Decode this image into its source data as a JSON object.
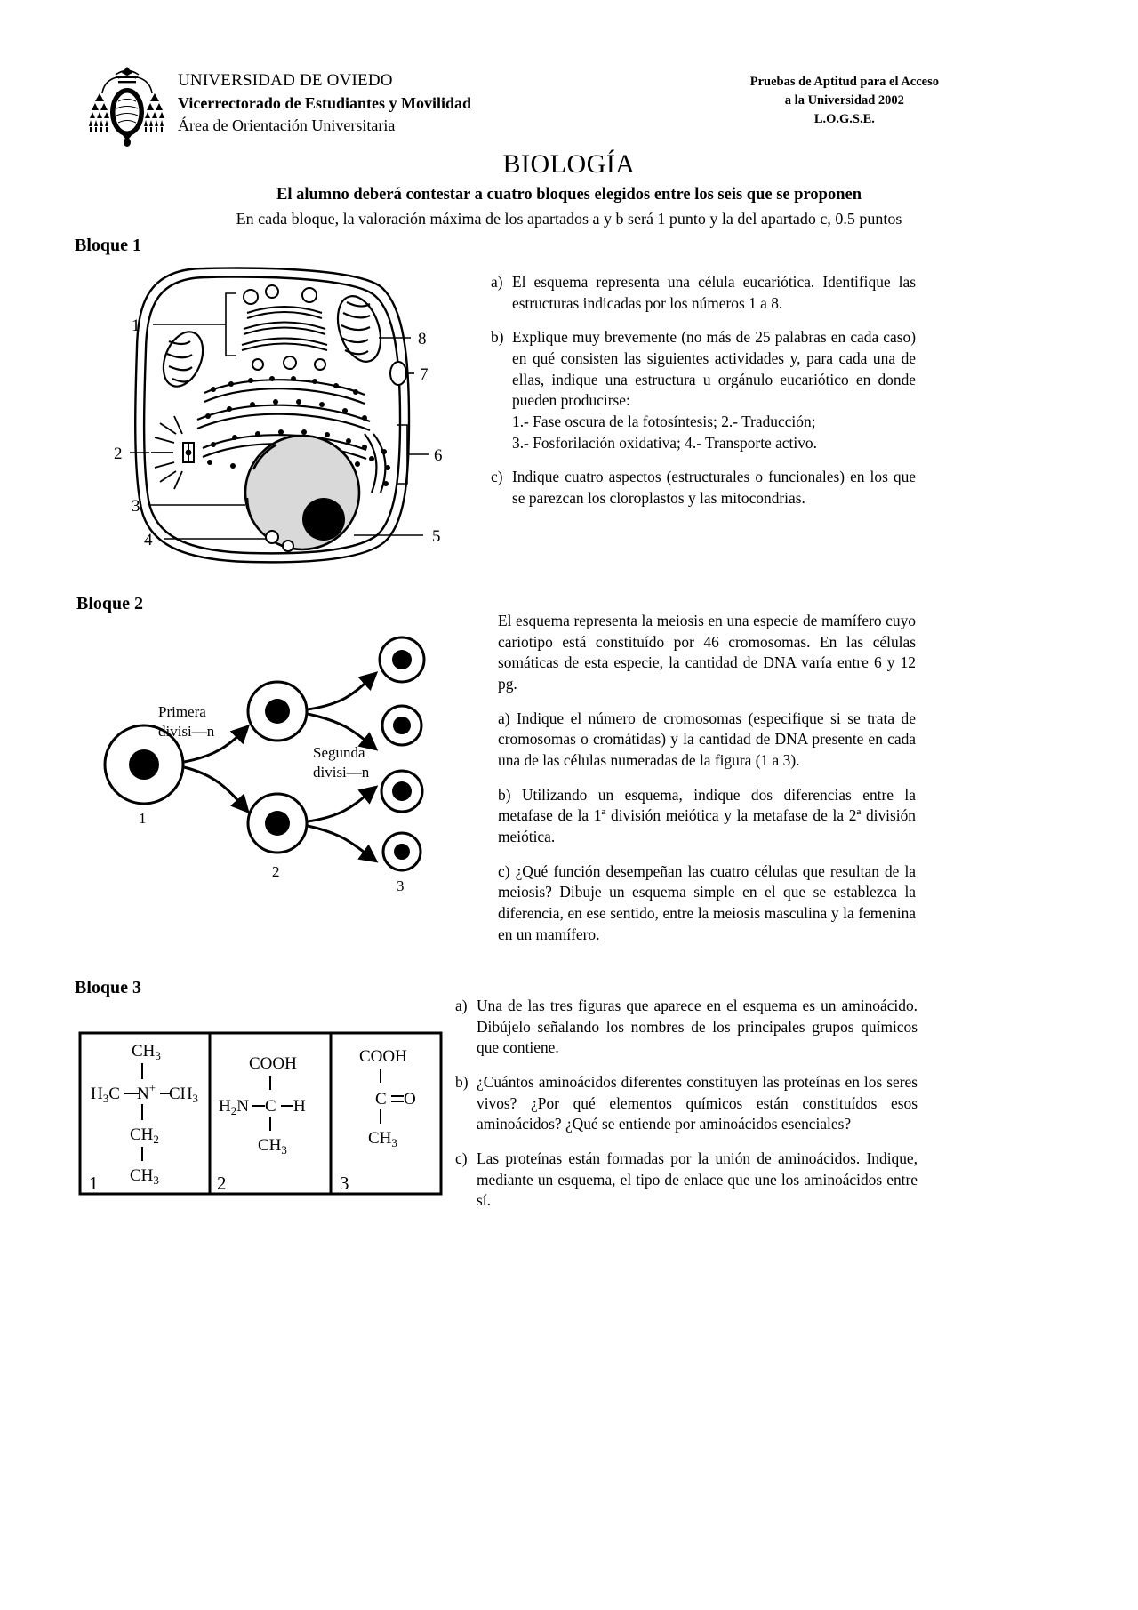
{
  "header": {
    "crest_icon": "university-crest-icon",
    "university": "UNIVERSIDAD DE OVIEDO",
    "vicerrectorado": "Vicerrectorado de Estudiantes y Movilidad",
    "area": "Área de Orientación Universitaria",
    "exam_line1": "Pruebas de Aptitud para el Acceso",
    "exam_line2": "a la Universidad 2002",
    "exam_line3": "L.O.G.S.E."
  },
  "title": {
    "subject": "BIOLOGÍA",
    "instruction1": "El alumno deberá contestar a cuatro bloques elegidos entre los seis que se proponen",
    "instruction2": "En cada bloque, la valoración máxima de los apartados a y b será 1 punto y la del apartado c, 0.5 puntos"
  },
  "blocks": [
    {
      "label": "Bloque 1",
      "questions": [
        {
          "letter": "a)",
          "text": "El esquema representa una célula eucariótica. Identifique las estructuras indicadas por los números 1 a 8."
        },
        {
          "letter": "b)",
          "text": "Explique muy brevemente (no más de 25 palabras en cada caso) en qué consisten las siguientes actividades y, para cada una de ellas, indique una estructura u orgánulo eucariótico en donde pueden producirse:",
          "sublines": [
            "1.- Fase oscura de la fotosíntesis; 2.- Traducción;",
            "3.- Fosforilación oxidativa; 4.- Transporte activo."
          ]
        },
        {
          "letter": "c)",
          "text": "Indique cuatro aspectos (estructurales o funcionales) en los que se parezcan los cloroplastos y las mitocondrias."
        }
      ],
      "figure": {
        "name": "eukaryotic-cell-diagram",
        "callouts": [
          "1",
          "2",
          "3",
          "4",
          "5",
          "6",
          "7",
          "8"
        ]
      }
    },
    {
      "label": "Bloque 2",
      "intro": "El esquema representa la meiosis en una especie de mamífero cuyo cariotipo está constituído por 46 cromosomas. En las células somáticas de esta especie, la cantidad de DNA varía entre 6 y 12 pg.",
      "questions": [
        {
          "letter": "a)",
          "text": "Indique el número de cromosomas (especifique si se trata de cromosomas o cromátidas) y la cantidad de DNA presente en cada una de las células numeradas de la figura (1 a 3)."
        },
        {
          "letter": "b)",
          "text": "Utilizando un esquema, indique dos diferencias entre la metafase de la 1ª división meiótica y la metafase de la 2ª división meiótica."
        },
        {
          "letter": "c)",
          "text": "¿Qué función desempeñan las cuatro células que resultan de la meiosis? Dibuje un esquema simple en el que se establezca la diferencia, en ese sentido, entre la meiosis masculina y la femenina en un mamífero."
        }
      ],
      "figure": {
        "name": "meiosis-diagram",
        "label_first_division": "Primera divisi—n",
        "label_second_division": "Segunda divisi—n",
        "cell_numbers": [
          "1",
          "2",
          "3"
        ]
      }
    },
    {
      "label": "Bloque 3",
      "questions": [
        {
          "letter": "a)",
          "text": "Una de las tres figuras que aparece en el esquema es un aminoácido. Dibújelo señalando los nombres de los principales grupos químicos que contiene."
        },
        {
          "letter": "b)",
          "text": "¿Cuántos aminoácidos diferentes constituyen las proteínas en los seres vivos? ¿Por qué elementos químicos están constituídos esos aminoácidos? ¿Qué se entiende por aminoácidos esenciales?"
        },
        {
          "letter": "c)",
          "text": "Las proteínas están formadas por la unión de aminoácidos. Indique, mediante un esquema, el tipo de enlace que une los aminoácidos entre sí."
        }
      ],
      "figure": {
        "name": "molecule-structures-box",
        "cells": [
          {
            "number": "1",
            "top": "CH",
            "top_sub": "3",
            "left": "H",
            "left_sub": "3",
            "left_rest": "C",
            "center": "N",
            "center_sup": "+",
            "right": "CH",
            "right_sub": "3",
            "mid": "CH",
            "mid_sub": "2",
            "bottom": "CH",
            "bottom_sub": "3"
          },
          {
            "number": "2",
            "top": "COOH",
            "left": "H",
            "left_sub": "2",
            "left_rest": "N",
            "center": "C",
            "right": "H",
            "bottom": "CH",
            "bottom_sub": "3"
          },
          {
            "number": "3",
            "top": "COOH",
            "center": "C",
            "double_bond_atom": "O",
            "bottom": "CH",
            "bottom_sub": "3"
          }
        ]
      }
    }
  ]
}
